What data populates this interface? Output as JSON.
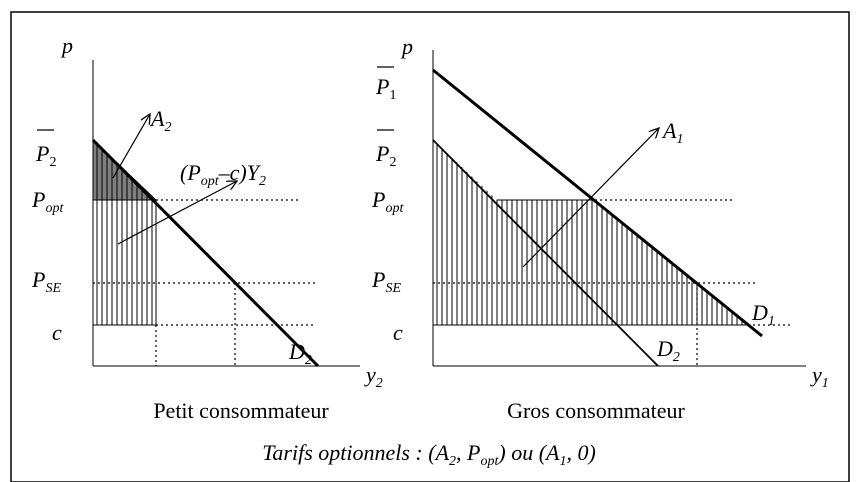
{
  "left_panel": {
    "caption": "Petit consommateur",
    "y_axis_label": "p",
    "x_axis_label": {
      "base": "y",
      "sub": "2"
    },
    "tick_pbar2": {
      "base": "P",
      "sub": "2"
    },
    "tick_popt": {
      "base": "P",
      "sub": "opt"
    },
    "tick_pse": {
      "base": "P",
      "sub": "SE"
    },
    "tick_c": "c",
    "arrow_a2": {
      "base": "A",
      "sub": "2"
    },
    "annotation": {
      "open": "(P",
      "sub": "opt",
      "mid": "–c)Y",
      "sub2": "2"
    },
    "demand": {
      "base": "D",
      "sub": "2"
    }
  },
  "right_panel": {
    "caption": "Gros consommateur",
    "y_axis_label": "p",
    "x_axis_label": {
      "base": "y",
      "sub": "1"
    },
    "tick_pbar1": {
      "base": "P",
      "sub": "1"
    },
    "tick_pbar2": {
      "base": "P",
      "sub": "2"
    },
    "tick_popt": {
      "base": "P",
      "sub": "opt"
    },
    "tick_pse": {
      "base": "P",
      "sub": "SE"
    },
    "tick_c": "c",
    "arrow_a1": {
      "base": "A",
      "sub": "1"
    },
    "demand1": {
      "base": "D",
      "sub": "1"
    },
    "demand2": {
      "base": "D",
      "sub": "2"
    }
  },
  "footer": {
    "parts": [
      "Tarifs optionnels : (A",
      "2",
      ", P",
      "opt",
      ") ou (A",
      "1",
      ", 0)"
    ]
  },
  "colors": {
    "ink": "#000000",
    "shade": "#7f7f7f",
    "background": "#ffffff"
  }
}
